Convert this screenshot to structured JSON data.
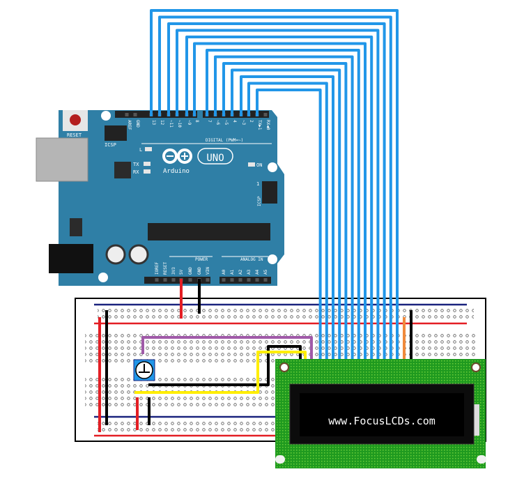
{
  "arduino": {
    "reset_label": "RESET",
    "icsp_label": "ICSP",
    "icsp2_label": "ICSP",
    "icsp2_pin1": "1",
    "digital_label": "DIGITAL (PWM=~)",
    "led_l": "L",
    "led_tx": "TX",
    "led_rx": "RX",
    "led_on": "ON",
    "brand": "Arduino",
    "model": "UNO",
    "power_label": "POWER",
    "analog_label": "ANALOG IN",
    "top_pins": [
      "AREF",
      "GND",
      "13",
      "12",
      "~11",
      "~10",
      "~9",
      "8",
      "7",
      "~6",
      "~5",
      "4",
      "~3",
      "2",
      "TX▶1",
      "RX◀0"
    ],
    "power_pins": [
      "IOREF",
      "RESET",
      "3V3",
      "5V",
      "GND",
      "GND",
      "VIN"
    ],
    "analog_pins": [
      "A0",
      "A1",
      "A2",
      "A3",
      "A4",
      "A5"
    ],
    "board_color": "#2f7fa6"
  },
  "lcd": {
    "text": "www.FocusLCDs.com",
    "pcb_color": "#1f9a1f"
  },
  "wires": {
    "data_color": "#2196e8",
    "power_color": "#e31e24",
    "ground_color": "#000000",
    "contrast_color": "#a05aa8",
    "rs_color": "#ffee00",
    "backlight_color": "#f08a3c"
  }
}
